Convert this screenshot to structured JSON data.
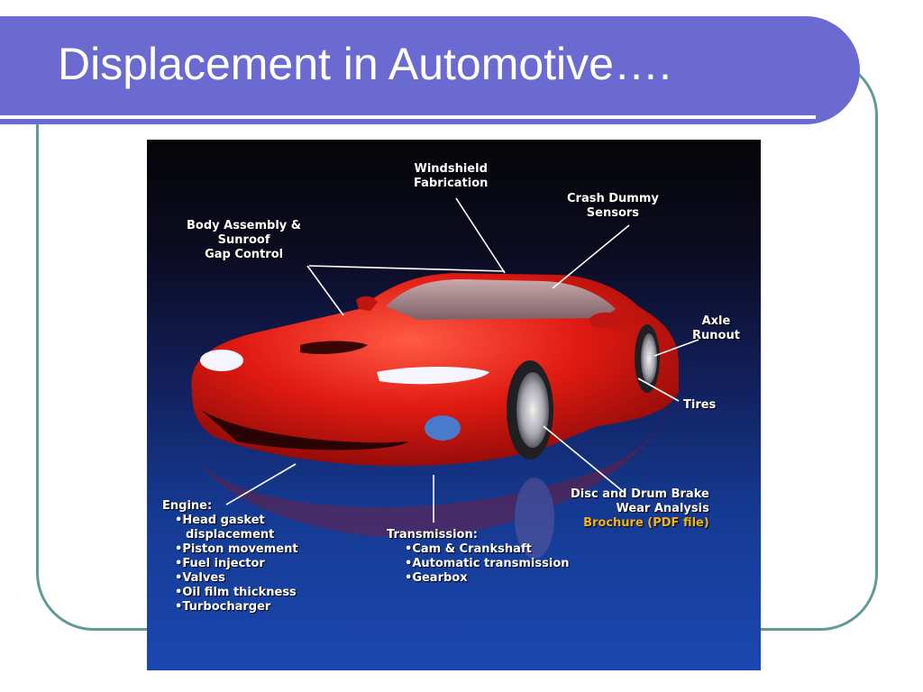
{
  "slide": {
    "title": "Displacement in Automotive…."
  },
  "figure": {
    "labels": {
      "windshield": [
        "Windshield",
        "Fabrication"
      ],
      "crash": [
        "Crash Dummy",
        "Sensors"
      ],
      "body": [
        "Body Assembly &",
        "Sunroof",
        "Gap Control"
      ],
      "axle": [
        "Axle",
        "Runout"
      ],
      "tires": "Tires",
      "brake": [
        "Disc and Drum Brake",
        "Wear Analysis"
      ],
      "brochure": "Brochure (PDF file)",
      "engine": {
        "heading": "Engine:",
        "items": [
          "Head gasket",
          "Piston movement",
          "Fuel injector",
          "Valves",
          "Oil film thickness",
          "Turbocharger"
        ],
        "continuation": "displacement"
      },
      "transmission": {
        "heading": "Transmission:",
        "items": [
          "Cam & Crankshaft",
          "Automatic transmission",
          "Gearbox"
        ]
      }
    }
  },
  "colors": {
    "title_bar": "#6a6ad0",
    "frame_border": "#5e9a96",
    "car_body": "#e01a12",
    "brochure_link": "#f2b21a"
  }
}
